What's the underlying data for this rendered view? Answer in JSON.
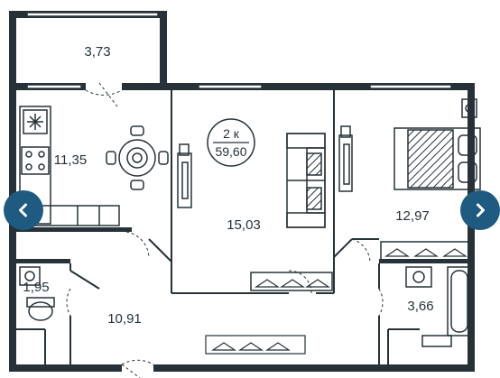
{
  "plan": {
    "badge_rooms": "2 к",
    "badge_total": "59,60",
    "rooms": [
      {
        "id": "balcony",
        "area": "3,73"
      },
      {
        "id": "kitchen",
        "area": "11,35"
      },
      {
        "id": "living",
        "area": "15,03"
      },
      {
        "id": "bedroom",
        "area": "12,97"
      },
      {
        "id": "toilet",
        "area": "1,95"
      },
      {
        "id": "hall",
        "area": "10,91"
      },
      {
        "id": "bathroom",
        "area": "3,66"
      }
    ]
  },
  "navigation": {
    "prev_icon": "chevron-left-icon",
    "next_icon": "chevron-right-icon"
  },
  "colors": {
    "walls": "#263238",
    "nav_button": "#1f5a80",
    "background": "#ffffff"
  }
}
